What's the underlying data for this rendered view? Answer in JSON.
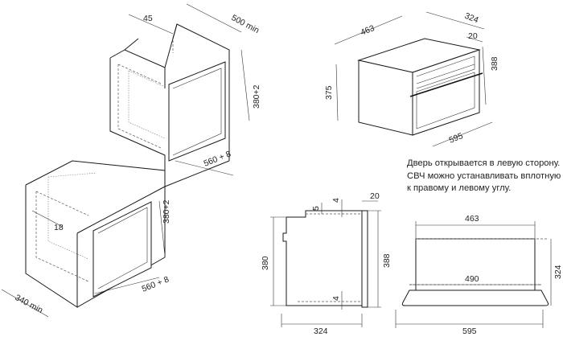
{
  "note": {
    "line1": "Дверь открывается в левую сторону.",
    "line2": "СВЧ можно устанавливать вплотную",
    "line3": "к правому и левому углу."
  },
  "dims": {
    "d45": "45",
    "d500min": "500 min",
    "d380a": "380+2",
    "d560a": "560 + 8",
    "d18": "18",
    "d380b": "380+2",
    "d560b": "560 + 8",
    "d340min": "340 min",
    "d463a": "463",
    "d324a": "324",
    "d20a": "20",
    "d388a": "388",
    "d375": "375",
    "d595a": "595",
    "d20b": "20",
    "d4a": "4",
    "d5": "5",
    "d380c": "380",
    "d388b": "388",
    "d4b": "4",
    "d324b": "324",
    "d463b": "463",
    "d490": "490",
    "d324c": "324",
    "d595b": "595"
  }
}
